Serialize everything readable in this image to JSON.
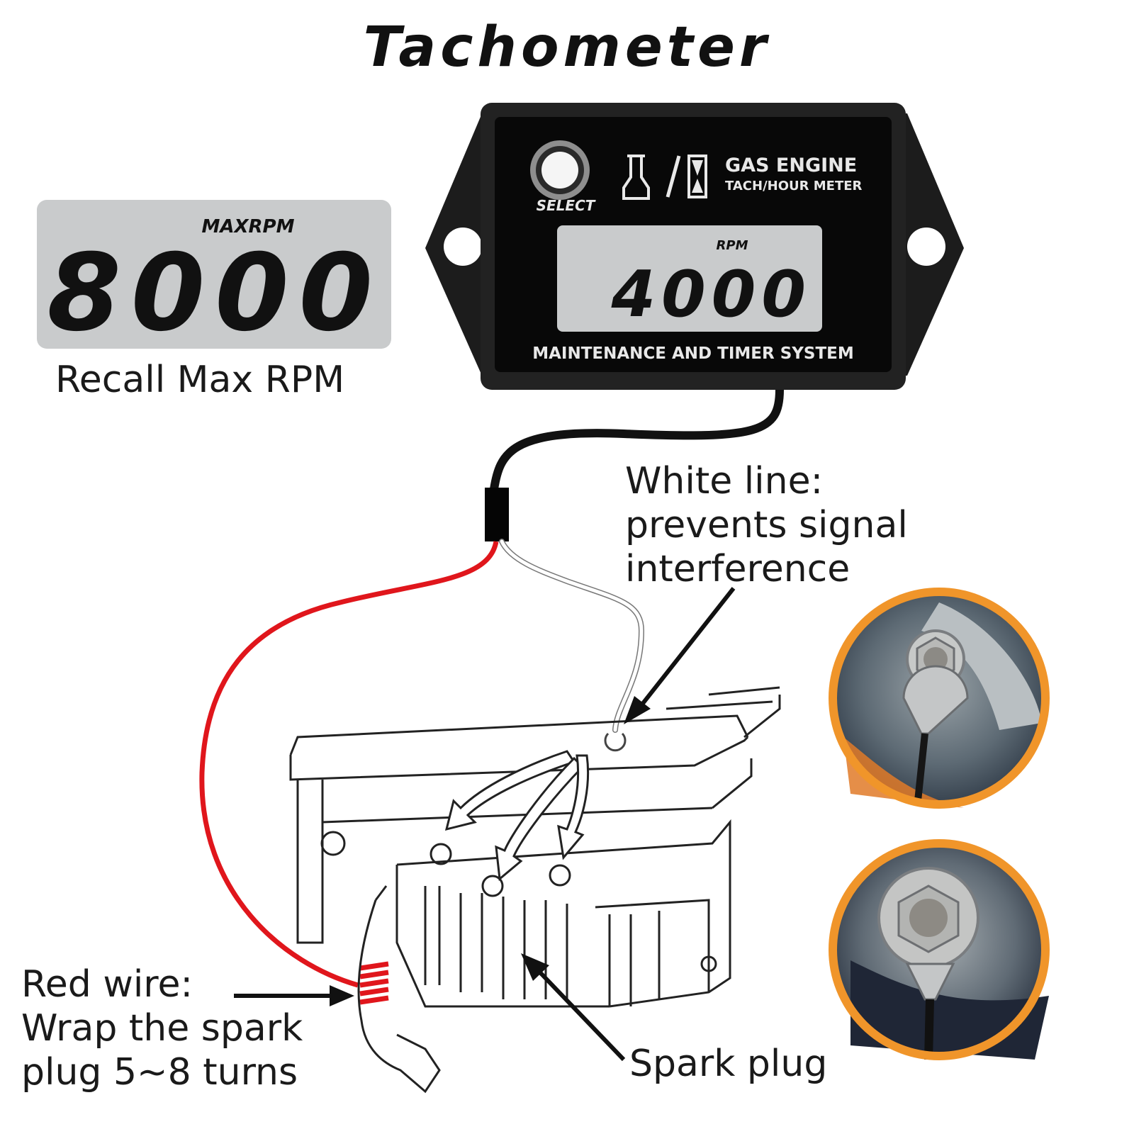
{
  "title": "Tachometer",
  "max_display": {
    "label": "MAXRPM",
    "value": "8000",
    "caption": "Recall Max RPM"
  },
  "meter": {
    "select_label": "SELECT",
    "brand_line1": "GAS ENGINE",
    "brand_line2": "TACH/HOUR METER",
    "lcd_label": "RPM",
    "lcd_value": "4000",
    "footer": "MAINTENANCE AND TIMER SYSTEM"
  },
  "annotations": {
    "white_line": [
      "White line:",
      "prevents signal",
      "interference"
    ],
    "red_wire": [
      "Red wire:",
      "Wrap the spark",
      "plug 5~8 turns"
    ],
    "spark_plug": "Spark plug"
  },
  "colors": {
    "red_wire": "#e0161c",
    "photo_ring": "#f0952a",
    "lcd_background": "#c9cbcc",
    "meter_body": "#1c1c1c"
  },
  "icons": [
    "engine-icon",
    "hourglass-icon",
    "select-button-icon",
    "ring-terminal-icon"
  ]
}
